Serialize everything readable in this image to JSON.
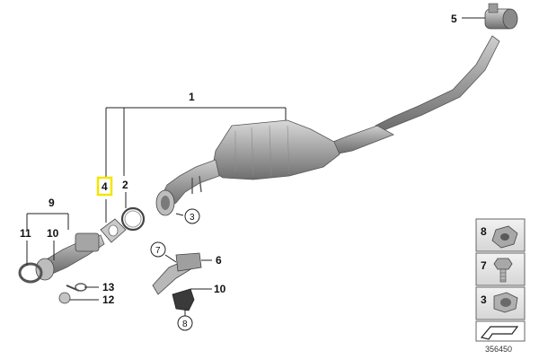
{
  "callouts": {
    "c1": "1",
    "c2": "2",
    "c3": "3",
    "c4": "4",
    "c5": "5",
    "c6": "6",
    "c7": "7",
    "c8": "8",
    "c9": "9",
    "c10a": "10",
    "c10b": "10",
    "c11": "11",
    "c12": "12",
    "c13": "13"
  },
  "legend": {
    "items": [
      {
        "label": "8",
        "icon": "nut-icon"
      },
      {
        "label": "7",
        "icon": "bolt-icon"
      },
      {
        "label": "3",
        "icon": "sleeve-nut-icon"
      },
      {
        "label": "",
        "icon": "gasket-icon"
      }
    ]
  },
  "diagram_id": "356450",
  "highlight_color": "#f2e600"
}
